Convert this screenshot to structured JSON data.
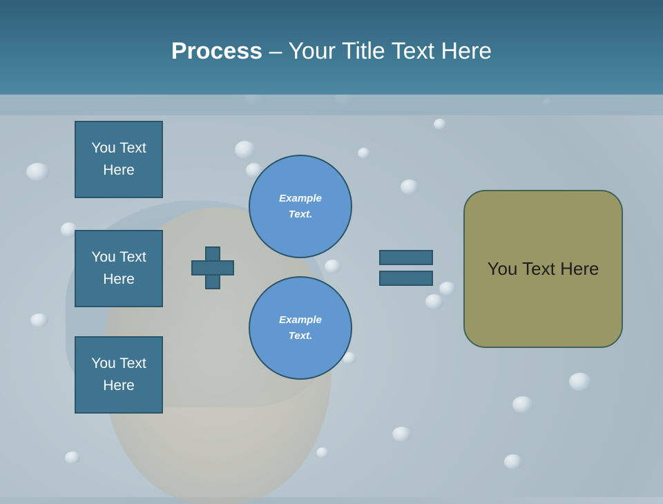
{
  "header": {
    "title_strong": "Process",
    "title_dash": " – ",
    "title_rest": "Your Title Text Here"
  },
  "inputs": [
    {
      "line1": "You Text",
      "line2": "Here"
    },
    {
      "line1": "You Text",
      "line2": "Here"
    },
    {
      "line1": "You Text",
      "line2": "Here"
    }
  ],
  "circles": [
    {
      "line1": "Example",
      "line2": "Text."
    },
    {
      "line1": "Example",
      "line2": "Text."
    }
  ],
  "result": {
    "label": "You Text Here"
  },
  "colors": {
    "header": "#3f7892",
    "box_fill": "#3f7490",
    "circle_fill": "#6198cf",
    "result_fill": "#999766",
    "outline": "#2b5468"
  },
  "icons": {
    "plus": "plus-icon",
    "equals": "equals-icon"
  }
}
